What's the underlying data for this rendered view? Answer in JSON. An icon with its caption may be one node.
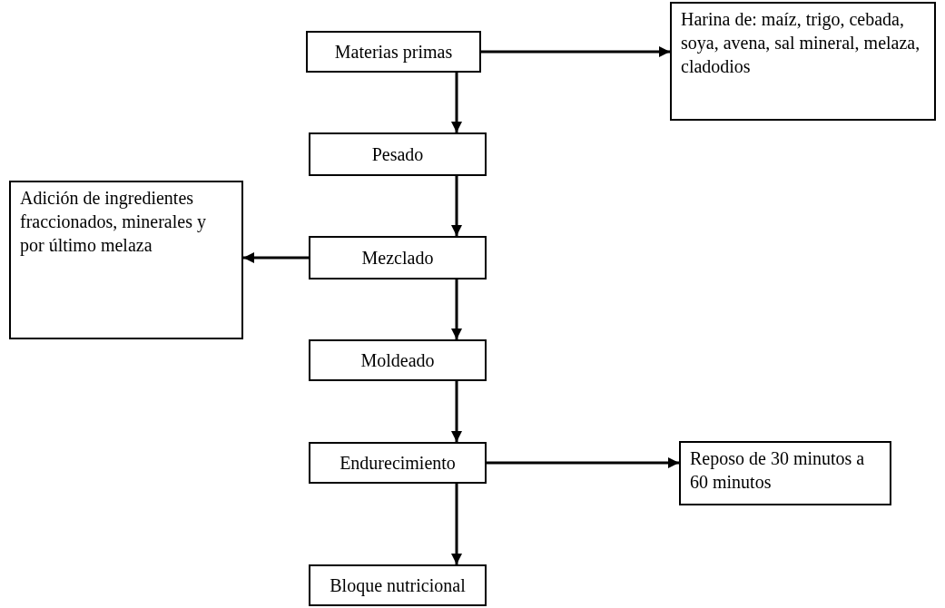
{
  "diagram": {
    "nodes": [
      {
        "text": [
          "Materias primas"
        ]
      },
      {
        "text": [
          "Harina de: maíz, trigo, cebada, soya, avena, sal mineral, melaza, cladodios"
        ]
      },
      {
        "text": [
          "Pesado"
        ]
      },
      {
        "text": [
          "Adición de ingredientes fraccionados, minerales y por último melaza"
        ]
      },
      {
        "text": [
          "Mezclado"
        ]
      },
      {
        "text": [
          "Moldeado"
        ]
      },
      {
        "text": [
          "Endurecimiento"
        ]
      },
      {
        "text": [
          "Reposo de 30 minutos a 60 minutos"
        ]
      },
      {
        "text": [
          "Bloque nutricional"
        ]
      }
    ],
    "edges": [
      {
        "from": 0,
        "to": 1,
        "arrow": "to"
      },
      {
        "from": 0,
        "to": 2,
        "arrow": "to"
      },
      {
        "from": 2,
        "to": 4,
        "arrow": "to"
      },
      {
        "from": 4,
        "to": 3,
        "arrow": "to"
      },
      {
        "from": 4,
        "to": 5,
        "arrow": "to"
      },
      {
        "from": 5,
        "to": 6,
        "arrow": "to"
      },
      {
        "from": 6,
        "to": 7,
        "arrow": "to"
      },
      {
        "from": 6,
        "to": 8,
        "arrow": "to"
      }
    ]
  }
}
